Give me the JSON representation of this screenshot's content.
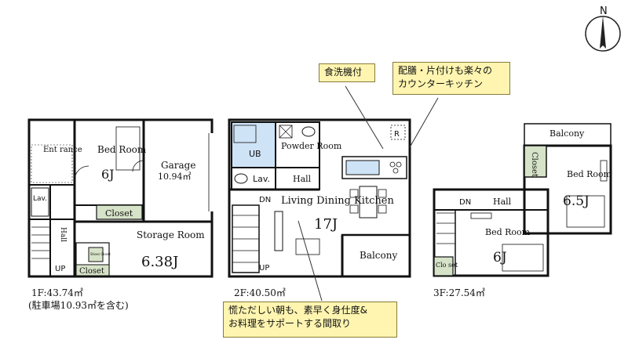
{
  "compass": {
    "label": "N"
  },
  "floor1": {
    "area_label": "1F:43.74㎡",
    "area_note": "(駐車場10.93㎡を含む)",
    "rooms": {
      "entrance": "Ent rance",
      "bed_room": "Bed Room",
      "bed_size": "6J",
      "garage": "Garage",
      "garage_size": "10.94㎡",
      "lav": "Lav.",
      "hall": "Hall",
      "closet": "Closet",
      "storage_room": "Storage Room",
      "storage_size": "6.38J",
      "closet2": "Closet",
      "shoe_closet": "Shoes Closet",
      "up": "UP"
    }
  },
  "floor2": {
    "area_label": "2F:40.50㎡",
    "rooms": {
      "ub": "UB",
      "powder_room": "Powder Room",
      "lav": "Lav.",
      "hall": "Hall",
      "ldk": "Living Dining Kitchen",
      "ldk_size": "17J",
      "balcony": "Balcony",
      "dn": "DN",
      "up": "UP",
      "r": "R"
    }
  },
  "floor3": {
    "area_label": "3F:27.54㎡",
    "rooms": {
      "balcony": "Balcony",
      "closet": "Closet",
      "bed_room1": "Bed Room",
      "bed1_size": "6.5J",
      "hall": "Hall",
      "dn": "DN",
      "bed_room2": "Bed Room",
      "bed2_size": "6J",
      "closet_small": "Clo set"
    }
  },
  "callouts": {
    "dishwasher": "食洗機付",
    "counter": [
      "配膳・片付けも楽々の",
      "カウンターキッチン"
    ],
    "morning": [
      "慌ただしい朝も、素早く身仕度&",
      "お料理をサポートする間取り"
    ]
  },
  "colors": {
    "wall": "#111111",
    "bath": "#cfe3f7",
    "closet_fill": "#d7e3c8",
    "callout_fill": "#fff5b0"
  }
}
